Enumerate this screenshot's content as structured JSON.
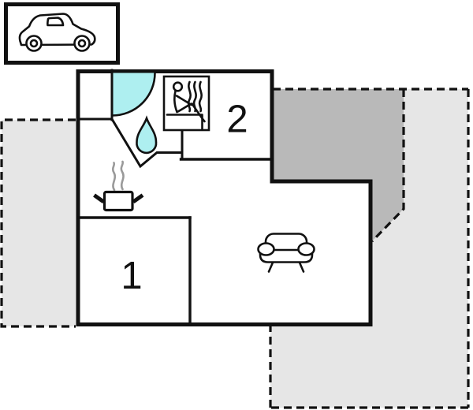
{
  "title": "holiday-home-floor-plan",
  "colors": {
    "background": "#ffffff",
    "line": "#111111",
    "water": "#aeeff0",
    "terrace_light": "#e6e6e6",
    "terrace_dark": "#b9b9b9",
    "steam": "#9a9a9a"
  },
  "rooms": {
    "room1": {
      "label": "1"
    },
    "room2": {
      "label": "2"
    }
  },
  "icons": [
    {
      "name": "car-icon"
    },
    {
      "name": "shower-icon"
    },
    {
      "name": "water-drop-icon"
    },
    {
      "name": "sauna-icon"
    },
    {
      "name": "cooking-pot-icon"
    },
    {
      "name": "sofa-icon"
    }
  ]
}
